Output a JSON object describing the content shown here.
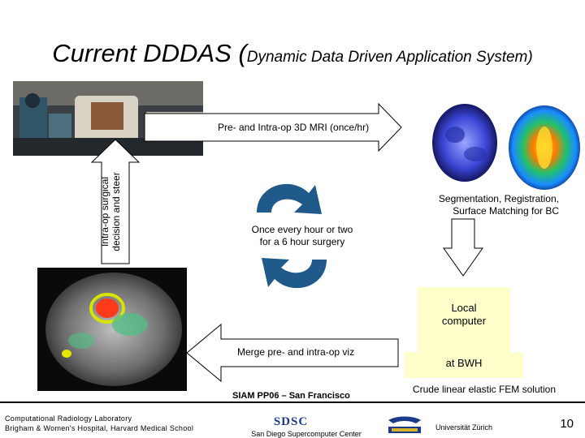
{
  "title": {
    "main": "Current DDDAS (",
    "sub": "Dynamic Data Driven Application System)"
  },
  "diagram": {
    "mri_arrow_label": "Pre- and Intra-op 3D MRI (once/hr)",
    "segmentation_label_line1": "Segmentation, Registration,",
    "segmentation_label_line2": "Surface Matching for BC",
    "cycle_label_line1": "Once every hour or two",
    "cycle_label_line2": "for a 6 hour surgery",
    "surgical_label_line1": "Intra-op surgical",
    "surgical_label_line2": "decision and steer",
    "merge_arrow_label": "Merge pre- and intra-op viz",
    "local_computer_line1": "Local",
    "local_computer_line2": "computer",
    "bwh_label": "at BWH",
    "fem_label": "Crude linear elastic FEM solution"
  },
  "footer": {
    "conference": "SIAM PP06 – San Francisco",
    "lab_line1": "Computational Radiology Laboratory",
    "lab_line2": "Brigham & Women's Hospital, Harvard Medical School",
    "sdsc_logo": "SDSC",
    "sdsc_name": "San Diego Supercomputer Center",
    "university": "Universität Zürich",
    "page_number": "10"
  },
  "colors": {
    "cycle_arrow": "#1f5a8a",
    "local_box": "#ffffcc",
    "arrow_outline": "#000000"
  }
}
